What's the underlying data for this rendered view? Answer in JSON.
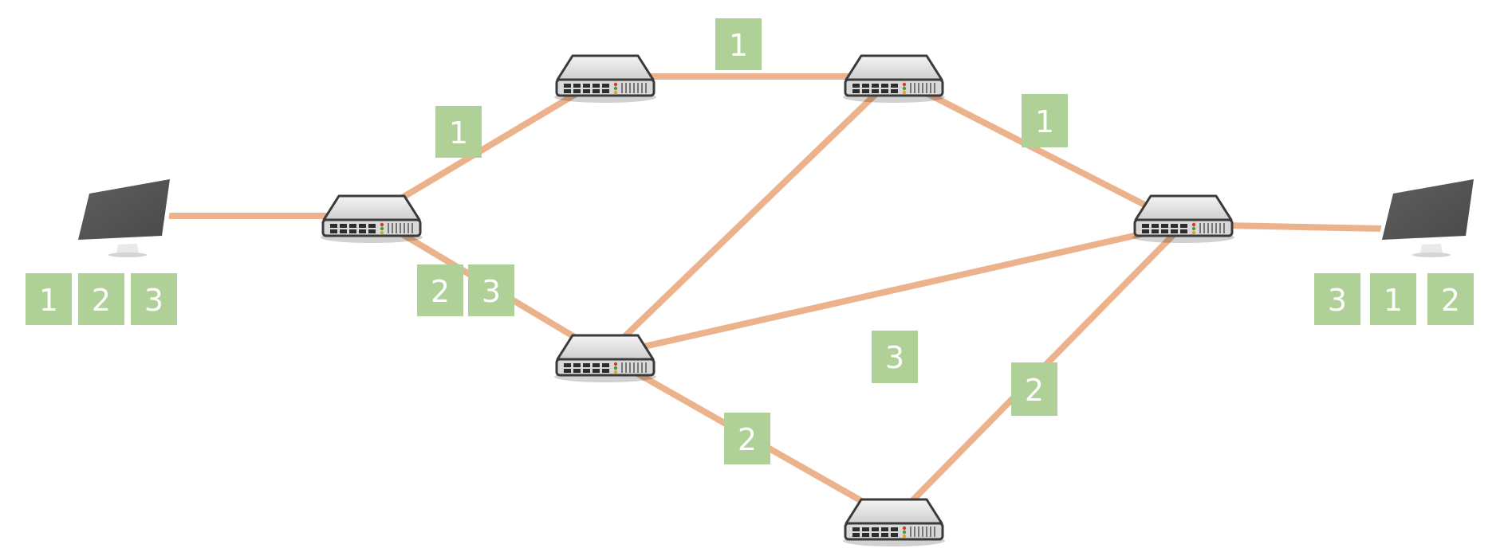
{
  "colors": {
    "link": "#ebb28b",
    "packet_fill": "#afd096",
    "packet_text": "#ffffff",
    "router_body": "#dcdcdc",
    "monitor_screen": "#575757"
  },
  "icons": {
    "router": "network-router-icon",
    "computer": "computer-monitor-icon"
  },
  "nodes": {
    "source": "source-computer",
    "destination": "destination-computer",
    "routers": [
      "router-a",
      "router-b",
      "router-c",
      "router-d",
      "router-e",
      "router-f"
    ]
  },
  "links": [
    [
      "source-computer",
      "router-a"
    ],
    [
      "router-a",
      "router-b"
    ],
    [
      "router-a",
      "router-c"
    ],
    [
      "router-b",
      "router-d"
    ],
    [
      "router-c",
      "router-d"
    ],
    [
      "router-d",
      "router-e"
    ],
    [
      "router-c",
      "router-e"
    ],
    [
      "router-c",
      "router-f"
    ],
    [
      "router-f",
      "router-e"
    ],
    [
      "router-e",
      "destination-computer"
    ]
  ],
  "packets": {
    "source_queue": [
      "1",
      "2",
      "3"
    ],
    "destination_queue": [
      "3",
      "1",
      "2"
    ],
    "route_a_b": "1",
    "route_b_d": "1",
    "route_d_e": "1",
    "route_a_c": [
      "2",
      "3"
    ],
    "route_c_e": "3",
    "route_c_f": "2",
    "route_f_e": "2"
  }
}
